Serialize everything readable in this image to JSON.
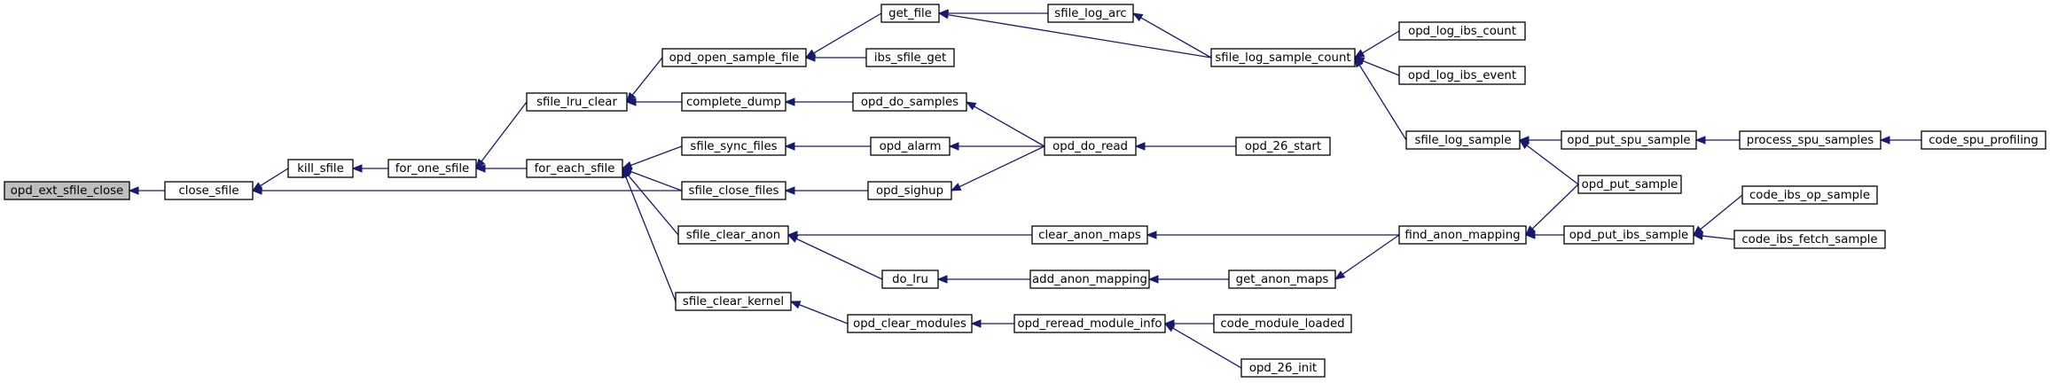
{
  "graph": {
    "nodes": [
      {
        "id": "opd_ext_sfile_close",
        "label": "opd_ext_sfile_close",
        "root": true
      },
      {
        "id": "close_sfile",
        "label": "close_sfile"
      },
      {
        "id": "kill_sfile",
        "label": "kill_sfile"
      },
      {
        "id": "for_one_sfile",
        "label": "for_one_sfile"
      },
      {
        "id": "sfile_lru_clear",
        "label": "sfile_lru_clear"
      },
      {
        "id": "for_each_sfile",
        "label": "for_each_sfile"
      },
      {
        "id": "opd_open_sample_file",
        "label": "opd_open_sample_file"
      },
      {
        "id": "complete_dump",
        "label": "complete_dump"
      },
      {
        "id": "sfile_sync_files",
        "label": "sfile_sync_files"
      },
      {
        "id": "sfile_close_files",
        "label": "sfile_close_files"
      },
      {
        "id": "sfile_clear_anon",
        "label": "sfile_clear_anon"
      },
      {
        "id": "sfile_clear_kernel",
        "label": "sfile_clear_kernel"
      },
      {
        "id": "get_file",
        "label": "get_file"
      },
      {
        "id": "ibs_sfile_get",
        "label": "ibs_sfile_get"
      },
      {
        "id": "opd_do_samples",
        "label": "opd_do_samples"
      },
      {
        "id": "opd_alarm",
        "label": "opd_alarm"
      },
      {
        "id": "opd_sighup",
        "label": "opd_sighup"
      },
      {
        "id": "do_lru",
        "label": "do_lru"
      },
      {
        "id": "opd_clear_modules",
        "label": "opd_clear_modules"
      },
      {
        "id": "sfile_log_arc",
        "label": "sfile_log_arc"
      },
      {
        "id": "opd_do_read",
        "label": "opd_do_read"
      },
      {
        "id": "clear_anon_maps",
        "label": "clear_anon_maps"
      },
      {
        "id": "add_anon_mapping",
        "label": "add_anon_mapping"
      },
      {
        "id": "opd_reread_module_info",
        "label": "opd_reread_module_info"
      },
      {
        "id": "sfile_log_sample_count",
        "label": "sfile_log_sample_count"
      },
      {
        "id": "opd_26_start",
        "label": "opd_26_start"
      },
      {
        "id": "get_anon_maps",
        "label": "get_anon_maps"
      },
      {
        "id": "code_module_loaded",
        "label": "code_module_loaded"
      },
      {
        "id": "opd_26_init",
        "label": "opd_26_init"
      },
      {
        "id": "opd_log_ibs_count",
        "label": "opd_log_ibs_count"
      },
      {
        "id": "opd_log_ibs_event",
        "label": "opd_log_ibs_event"
      },
      {
        "id": "sfile_log_sample",
        "label": "sfile_log_sample"
      },
      {
        "id": "find_anon_mapping",
        "label": "find_anon_mapping"
      },
      {
        "id": "opd_put_spu_sample",
        "label": "opd_put_spu_sample"
      },
      {
        "id": "opd_put_sample",
        "label": "opd_put_sample"
      },
      {
        "id": "opd_put_ibs_sample",
        "label": "opd_put_ibs_sample"
      },
      {
        "id": "process_spu_samples",
        "label": "process_spu_samples"
      },
      {
        "id": "code_ibs_op_sample",
        "label": "code_ibs_op_sample"
      },
      {
        "id": "code_ibs_fetch_sample",
        "label": "code_ibs_fetch_sample"
      },
      {
        "id": "code_spu_profiling",
        "label": "code_spu_profiling"
      }
    ],
    "edges": [
      {
        "from": "close_sfile",
        "to": "opd_ext_sfile_close"
      },
      {
        "from": "kill_sfile",
        "to": "close_sfile"
      },
      {
        "from": "sfile_close_files",
        "to": "close_sfile"
      },
      {
        "from": "for_one_sfile",
        "to": "kill_sfile"
      },
      {
        "from": "sfile_lru_clear",
        "to": "for_one_sfile"
      },
      {
        "from": "for_each_sfile",
        "to": "for_one_sfile"
      },
      {
        "from": "opd_open_sample_file",
        "to": "sfile_lru_clear"
      },
      {
        "from": "complete_dump",
        "to": "sfile_lru_clear"
      },
      {
        "from": "sfile_sync_files",
        "to": "for_each_sfile"
      },
      {
        "from": "sfile_close_files",
        "to": "for_each_sfile"
      },
      {
        "from": "sfile_clear_anon",
        "to": "for_each_sfile"
      },
      {
        "from": "sfile_clear_kernel",
        "to": "for_each_sfile"
      },
      {
        "from": "get_file",
        "to": "opd_open_sample_file"
      },
      {
        "from": "ibs_sfile_get",
        "to": "opd_open_sample_file"
      },
      {
        "from": "opd_do_samples",
        "to": "complete_dump"
      },
      {
        "from": "opd_alarm",
        "to": "sfile_sync_files"
      },
      {
        "from": "opd_sighup",
        "to": "sfile_close_files"
      },
      {
        "from": "clear_anon_maps",
        "to": "sfile_clear_anon"
      },
      {
        "from": "do_lru",
        "to": "sfile_clear_anon"
      },
      {
        "from": "opd_clear_modules",
        "to": "sfile_clear_kernel"
      },
      {
        "from": "sfile_log_arc",
        "to": "get_file"
      },
      {
        "from": "sfile_log_sample_count",
        "to": "get_file"
      },
      {
        "from": "opd_do_read",
        "to": "opd_do_samples"
      },
      {
        "from": "opd_do_read",
        "to": "opd_alarm"
      },
      {
        "from": "opd_do_read",
        "to": "opd_sighup"
      },
      {
        "from": "add_anon_mapping",
        "to": "do_lru"
      },
      {
        "from": "opd_reread_module_info",
        "to": "opd_clear_modules"
      },
      {
        "from": "sfile_log_sample_count",
        "to": "sfile_log_arc"
      },
      {
        "from": "opd_26_start",
        "to": "opd_do_read"
      },
      {
        "from": "find_anon_mapping",
        "to": "clear_anon_maps"
      },
      {
        "from": "get_anon_maps",
        "to": "add_anon_mapping"
      },
      {
        "from": "code_module_loaded",
        "to": "opd_reread_module_info"
      },
      {
        "from": "opd_26_init",
        "to": "opd_reread_module_info"
      },
      {
        "from": "opd_log_ibs_count",
        "to": "sfile_log_sample_count"
      },
      {
        "from": "opd_log_ibs_event",
        "to": "sfile_log_sample_count"
      },
      {
        "from": "sfile_log_sample",
        "to": "sfile_log_sample_count"
      },
      {
        "from": "find_anon_mapping",
        "to": "get_anon_maps"
      },
      {
        "from": "opd_put_spu_sample",
        "to": "sfile_log_sample"
      },
      {
        "from": "opd_put_sample",
        "to": "sfile_log_sample"
      },
      {
        "from": "opd_put_sample",
        "to": "find_anon_mapping"
      },
      {
        "from": "opd_put_ibs_sample",
        "to": "find_anon_mapping"
      },
      {
        "from": "process_spu_samples",
        "to": "opd_put_spu_sample"
      },
      {
        "from": "code_ibs_op_sample",
        "to": "opd_put_ibs_sample"
      },
      {
        "from": "code_ibs_fetch_sample",
        "to": "opd_put_ibs_sample"
      },
      {
        "from": "code_spu_profiling",
        "to": "process_spu_samples"
      }
    ]
  }
}
